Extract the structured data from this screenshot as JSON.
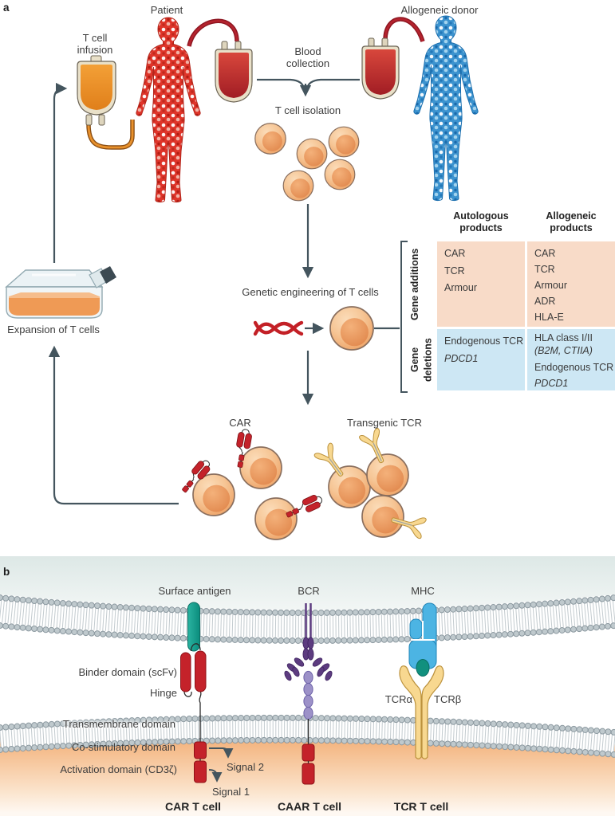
{
  "panel_a": {
    "panel_label": "a",
    "patient": "Patient",
    "allogeneic_donor": "Allogeneic donor",
    "t_cell_infusion": "T cell infusion",
    "blood_collection": "Blood collection",
    "t_cell_isolation": "T cell isolation",
    "genetic_engineering": "Genetic engineering of T cells",
    "expansion": "Expansion of T cells",
    "car": "CAR",
    "transgenic_tcr": "Transgenic TCR",
    "table": {
      "columns": [
        "Autologous products",
        "Allogeneic products"
      ],
      "rows": [
        "Gene additions",
        "Gene deletions"
      ],
      "autologous_additions": [
        "CAR",
        "TCR",
        "Armour"
      ],
      "allogeneic_additions": [
        "CAR",
        "TCR",
        "Armour",
        "ADR",
        "HLA-E"
      ],
      "autologous_deletions": [
        "Endogenous TCR",
        "PDCD1"
      ],
      "allogeneic_deletions": [
        "HLA class I/II",
        "(B2M, CTIIA)",
        "Endogenous TCR",
        "PDCD1"
      ]
    }
  },
  "panel_b": {
    "panel_label": "b",
    "surface_antigen": "Surface antigen",
    "bcr": "BCR",
    "mhc": "MHC",
    "binder_domain": "Binder domain (scFv)",
    "hinge": "Hinge",
    "transmembrane_domain": "Transmembrane domain",
    "costimulatory_domain": "Co-stimulatory domain",
    "activation_domain": "Activation domain (CD3ζ)",
    "signal_2": "Signal 2",
    "signal_1": "Signal 1",
    "tcr_alpha": "TCRα",
    "tcr_beta": "TCRβ",
    "car_t_cell": "CAR T cell",
    "caar_t_cell": "CAAR T cell",
    "tcr_t_cell": "TCR T cell"
  },
  "icons": {
    "dna_icon": "red double helix",
    "blood_bag_icon": "blood collection bag",
    "infusion_bag_icon": "orange infusion bag",
    "flask_icon": "cell culture flask",
    "t_cell_icon": "orange T cell",
    "membrane_icon": "lipid bilayer"
  },
  "colors": {
    "additions_bg": "#f8dbc8",
    "deletions_bg": "#cde7f4",
    "patient_red": "#df352a",
    "donor_blue": "#3c93cf",
    "cell_orange": "#f2b27e",
    "receptor_red": "#c4222a",
    "tcr_yellow": "#f8d890",
    "bcr_purple": "#5d3c80",
    "mhc_blue": "#4cb4e3",
    "antigen_teal": "#15a190",
    "arrow_gray": "#44555e",
    "t_cell_interior": "#ef9e60"
  }
}
